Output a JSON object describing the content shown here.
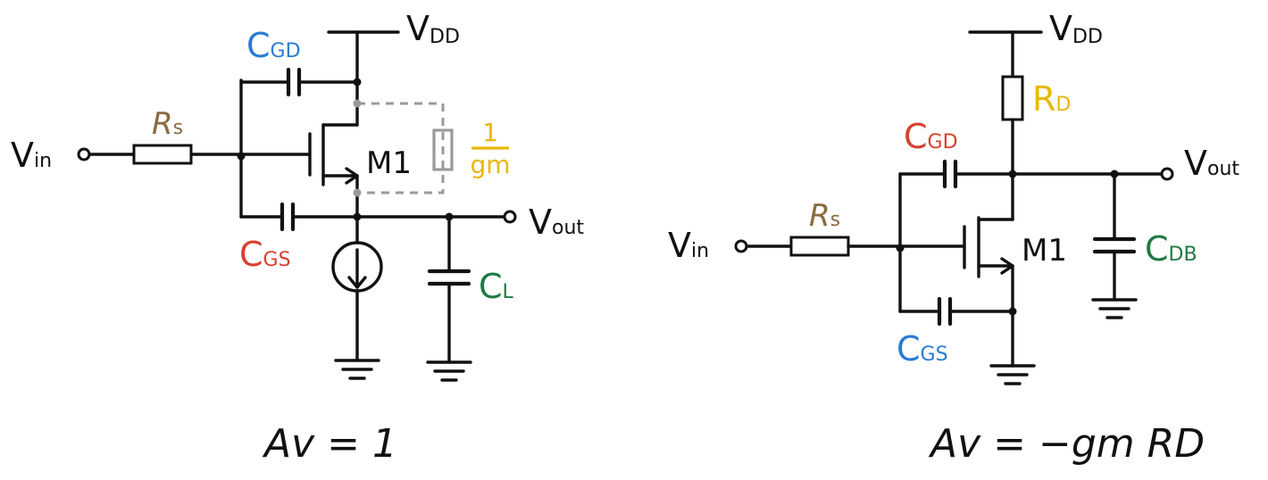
{
  "colors": {
    "wire": "#111111",
    "blue": "#2a7bd6",
    "red": "#d94030",
    "brown": "#8a6a3e",
    "yellow": "#e9b80b",
    "green": "#1f7a42",
    "gray": "#9a9a9a"
  },
  "left": {
    "vdd": {
      "main": "V",
      "sub": "DD"
    },
    "vin": {
      "main": "V",
      "sub": "in"
    },
    "vout": {
      "main": "V",
      "sub": "out"
    },
    "rs": {
      "main": "R",
      "sub": "s"
    },
    "cgd": {
      "main": "C",
      "sub": "GD"
    },
    "cgs": {
      "main": "C",
      "sub": "GS"
    },
    "cl": {
      "main": "C",
      "sub": "L"
    },
    "m1": "M1",
    "gm_num": "1",
    "gm_den": "gm",
    "gain": "Av = 1"
  },
  "right": {
    "vdd": {
      "main": "V",
      "sub": "DD"
    },
    "vin": {
      "main": "V",
      "sub": "in"
    },
    "vout": {
      "main": "V",
      "sub": "out"
    },
    "rs": {
      "main": "R",
      "sub": "s"
    },
    "rd": {
      "main": "R",
      "sub": "D"
    },
    "cgd": {
      "main": "C",
      "sub": "GD"
    },
    "cgs": {
      "main": "C",
      "sub": "GS"
    },
    "cdb": {
      "main": "C",
      "sub": "DB"
    },
    "m1": "M1",
    "gain": "Av = −gm RD"
  }
}
